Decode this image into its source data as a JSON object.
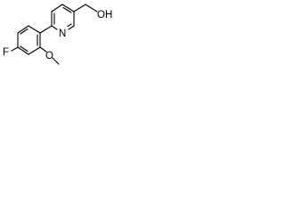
{
  "molecule": {
    "atom_labels": {
      "fluorine": "F",
      "pyridine_nitrogen": "N",
      "hydroxyl": "OH",
      "methoxy_oxygen": "O"
    },
    "colors": {
      "bond": "#000000",
      "label": "#000000",
      "background": "#ffffff"
    }
  }
}
